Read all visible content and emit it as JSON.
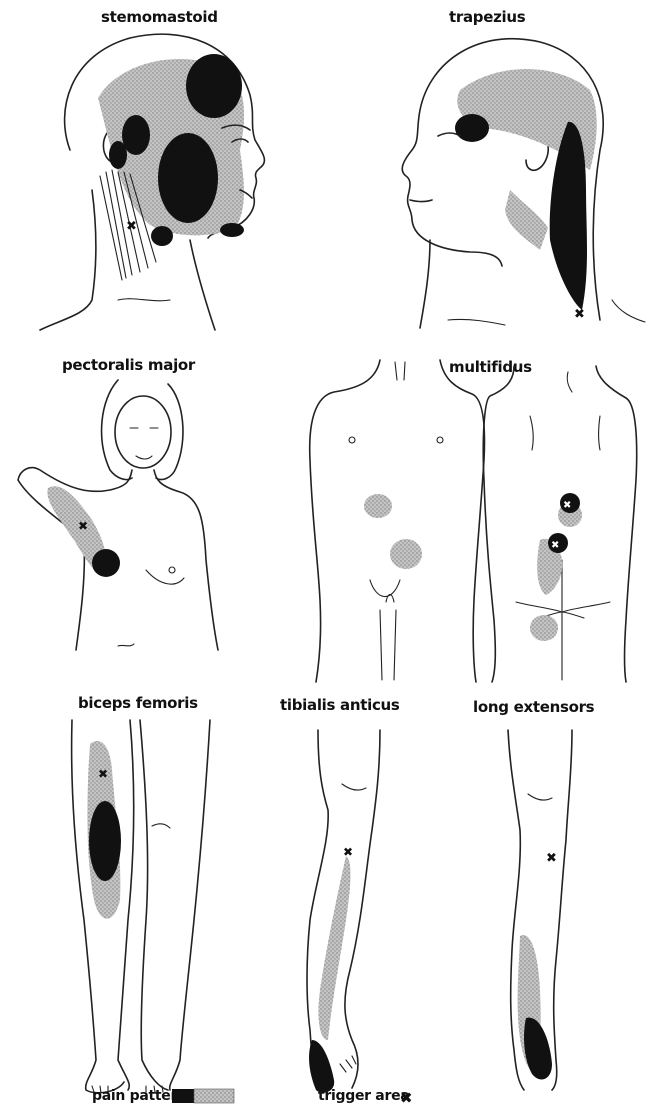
{
  "panels": {
    "sternomastoid": "stemomastoid",
    "trapezius": "trapezius",
    "pectoralis_major": "pectoralis major",
    "multifidus": "multifidus",
    "biceps_femoris": "biceps femoris",
    "tibialis_anticus": "tibialis anticus",
    "long_extensors": "long extensors"
  },
  "legend": {
    "pain_pattern": "pain pattern",
    "trigger_area": "trigger area"
  },
  "colors": {
    "pain_dark": "#111111",
    "pain_light": "#b8b8b8",
    "outline": "#222222"
  }
}
